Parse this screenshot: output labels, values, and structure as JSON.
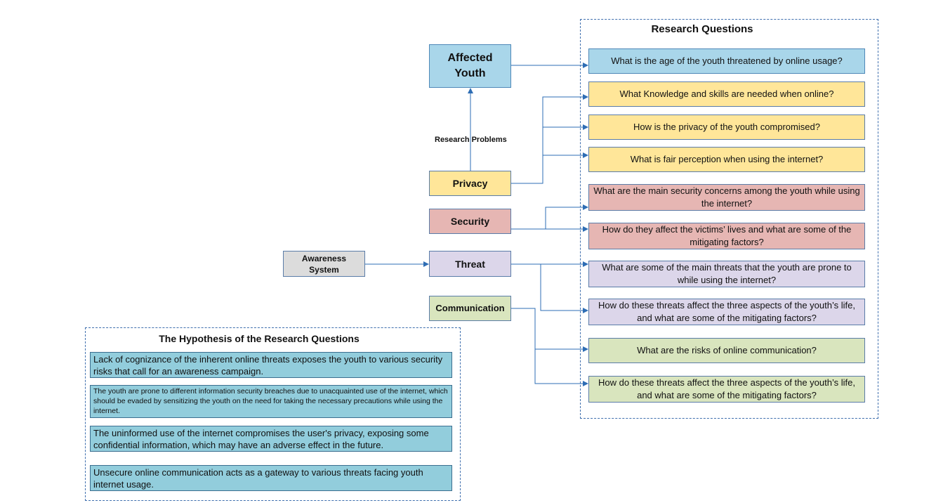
{
  "research_questions_title": "Research Questions",
  "hypothesis_title": "The Hypothesis of the Research Questions",
  "research_problems_label": "Research Problems",
  "nodes": {
    "affected_youth": "Affected\nYouth",
    "privacy": "Privacy",
    "security": "Security",
    "threat": "Threat",
    "communication": "Communication",
    "awareness_system": "Awareness\nSystem"
  },
  "questions": [
    "What is the age of the youth threatened by online usage?",
    "What Knowledge and skills are needed when online?",
    "How is the privacy of the youth compromised?",
    "What is fair perception when using the internet?",
    "What are the main security concerns among the youth while using the internet?",
    "How do they affect the victims’ lives and what are some of the mitigating factors?",
    "What are some of the main threats that the youth are prone to while using the internet?",
    "How do these threats affect the three aspects of the youth’s life, and what are some of the mitigating factors?",
    "What are the risks of online communication?",
    "How do these threats affect the three aspects of the youth’s life, and what are some of the mitigating factors?"
  ],
  "hypotheses": [
    "Lack of cognizance of the inherent online threats exposes the youth to various security risks that call for an awareness campaign.",
    "The youth are prone to different information security breaches due to unacquainted use of the internet, which should be evaded by sensitizing the youth on the need for taking the necessary precautions while using the internet.",
    "The uninformed use of the internet compromises the user's privacy, exposing some confidential information, which may have an adverse effect in the future.",
    "Unsecure online communication acts as a gateway to various threats facing youth internet usage."
  ],
  "colors": {
    "line": "#2e6db4",
    "border_dashed": "#3f6fae",
    "blue": "#a9d6ea",
    "yellow": "#ffe699",
    "red": "#e6b6b3",
    "purple": "#dcd6ea",
    "green": "#d9e5be",
    "grey": "#dcdcdc",
    "hypothesis": "#92cddc"
  }
}
